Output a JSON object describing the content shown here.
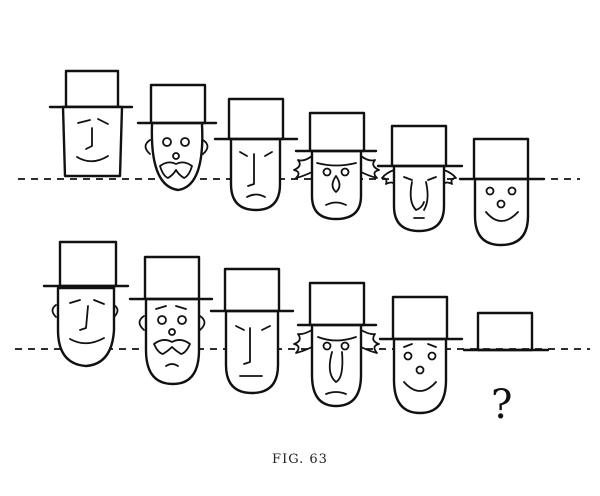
{
  "figure": {
    "caption": "FIG. 63",
    "question_mark": "?",
    "ink_color": "#111111",
    "background": "#ffffff"
  },
  "rows": [
    {
      "name": "top-row",
      "faces": [
        {
          "style": "angular-long"
        },
        {
          "style": "mustache-ears"
        },
        {
          "style": "worried"
        },
        {
          "style": "side-hair"
        },
        {
          "style": "long-nose-side-hair"
        },
        {
          "style": "round-smile"
        }
      ]
    },
    {
      "name": "bottom-row",
      "faces": [
        {
          "style": "angular-long"
        },
        {
          "style": "mustache-ears"
        },
        {
          "style": "worried"
        },
        {
          "style": "side-hair"
        },
        {
          "style": "round-smile"
        },
        {
          "style": "unknown"
        }
      ]
    }
  ]
}
